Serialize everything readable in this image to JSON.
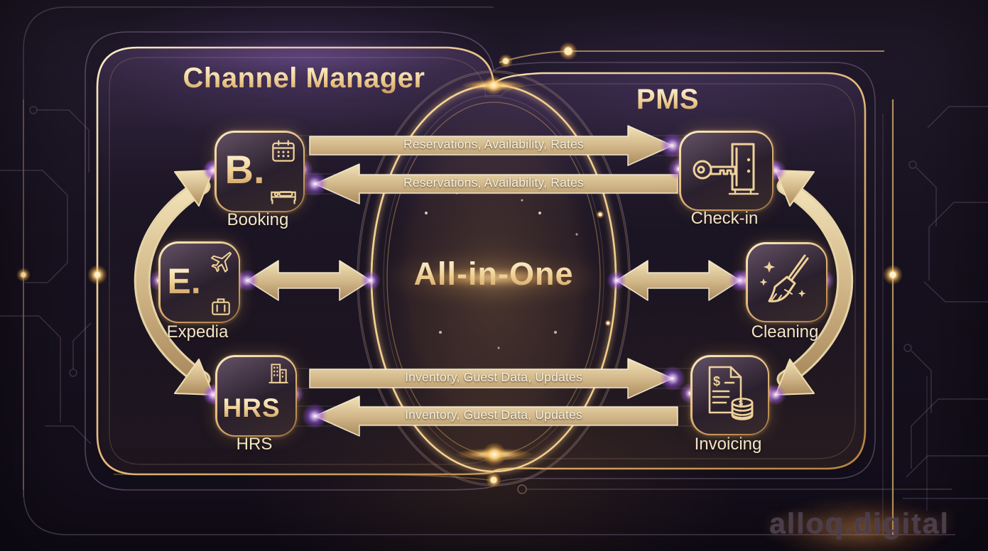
{
  "page": {
    "watermark": "alloq.digital"
  },
  "center": {
    "title": "All-in-One"
  },
  "left_panel": {
    "title": "Channel Manager",
    "tiles": [
      {
        "monogram": "B.",
        "label": "Booking"
      },
      {
        "monogram": "E.",
        "label": "Expedia"
      },
      {
        "monogram": "HRS",
        "label": "HRS"
      }
    ]
  },
  "right_panel": {
    "title": "PMS",
    "tiles": [
      {
        "label": "Check-in"
      },
      {
        "label": "Cleaning"
      },
      {
        "label": "Invoicing"
      }
    ]
  },
  "flows": {
    "top_to_pms": "Reservations, Availability, Rates",
    "top_to_cm": "Reservations, Availability, Rates",
    "bottom_to_pms": "Inventory, Guest Data, Updates",
    "bottom_to_cm": "Inventory, Guest Data, Updates"
  },
  "glyphs": {
    "dollar": "$"
  },
  "colors": {
    "gold": "#ecd3a0",
    "gold_deep": "#c89a58",
    "purple_glow": "#a262ec",
    "arrow_fill": "#d8c292",
    "label_text": "#f2e4c4",
    "arrow_text": "#f7f1e4",
    "background": "#171020"
  }
}
